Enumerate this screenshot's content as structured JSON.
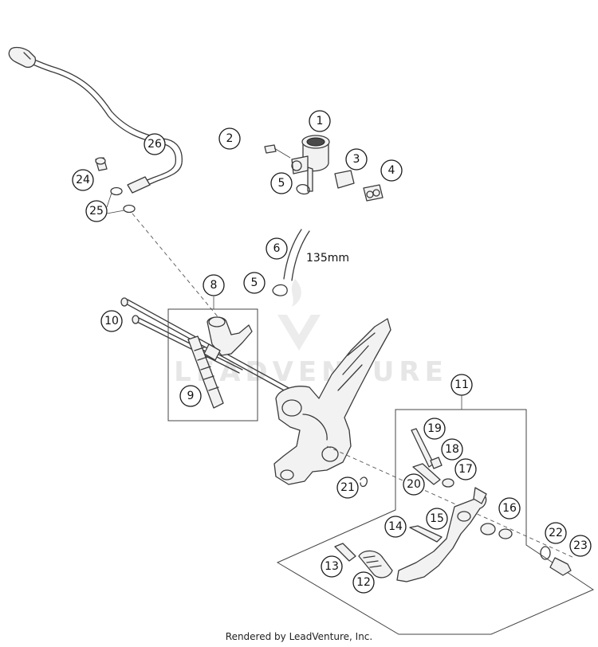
{
  "callouts": [
    {
      "id": "1",
      "label": "1"
    },
    {
      "id": "2",
      "label": "2"
    },
    {
      "id": "3",
      "label": "3"
    },
    {
      "id": "4",
      "label": "4"
    },
    {
      "id": "5a",
      "label": "5"
    },
    {
      "id": "5b",
      "label": "5"
    },
    {
      "id": "6",
      "label": "6"
    },
    {
      "id": "8",
      "label": "8"
    },
    {
      "id": "9",
      "label": "9"
    },
    {
      "id": "10",
      "label": "10"
    },
    {
      "id": "11",
      "label": "11"
    },
    {
      "id": "12",
      "label": "12"
    },
    {
      "id": "13",
      "label": "13"
    },
    {
      "id": "14",
      "label": "14"
    },
    {
      "id": "15",
      "label": "15"
    },
    {
      "id": "16",
      "label": "16"
    },
    {
      "id": "17",
      "label": "17"
    },
    {
      "id": "18",
      "label": "18"
    },
    {
      "id": "19",
      "label": "19"
    },
    {
      "id": "20",
      "label": "20"
    },
    {
      "id": "21",
      "label": "21"
    },
    {
      "id": "22",
      "label": "22"
    },
    {
      "id": "23",
      "label": "23"
    },
    {
      "id": "24",
      "label": "24"
    },
    {
      "id": "25",
      "label": "25"
    },
    {
      "id": "26",
      "label": "26"
    }
  ],
  "hose_length_label": "135mm",
  "watermark_text": "LEADVENTURE",
  "footer_text": "Rendered by LeadVenture, Inc."
}
